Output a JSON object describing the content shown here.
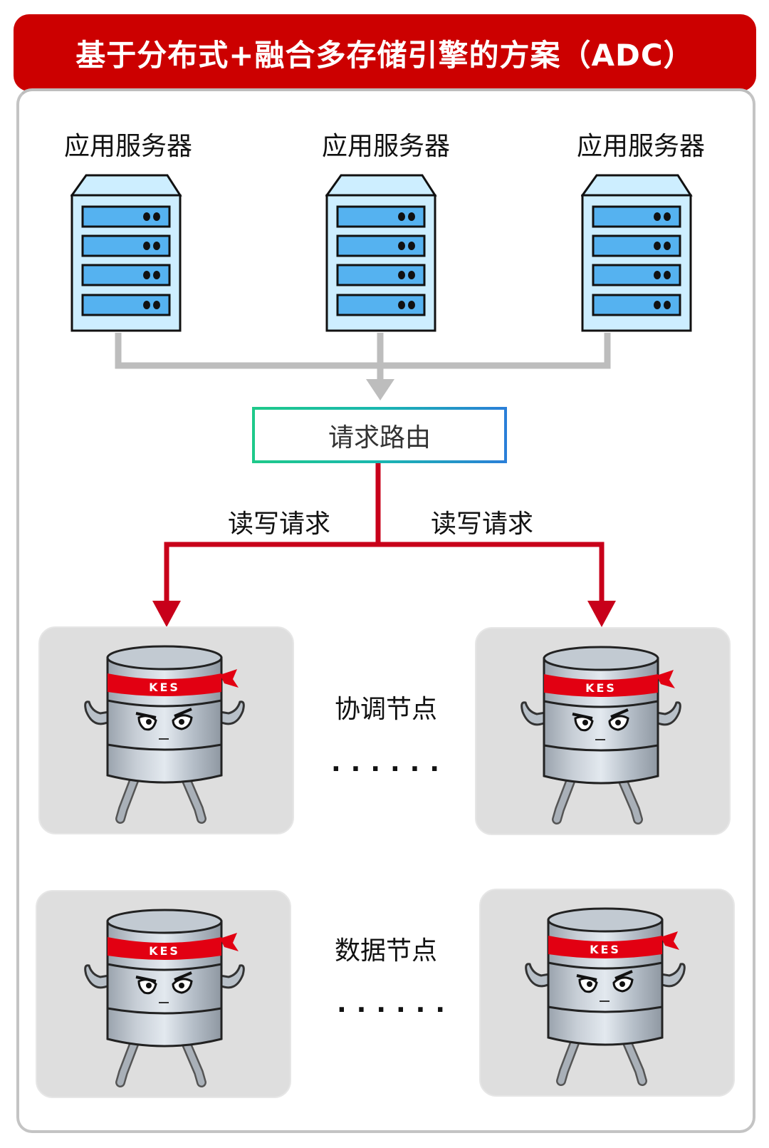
{
  "title": "基于分布式+融合多存储引擎的方案（ADC）",
  "app_servers": [
    {
      "label": "应用服务器"
    },
    {
      "label": "应用服务器"
    },
    {
      "label": "应用服务器"
    }
  ],
  "router": {
    "label": "请求路由"
  },
  "requests": [
    {
      "label": "读写请求"
    },
    {
      "label": "读写请求"
    }
  ],
  "coordinator": {
    "label": "协调节点",
    "ellipsis": "......"
  },
  "data_nodes": {
    "label": "数据节点",
    "ellipsis": "......"
  },
  "mascot": {
    "headband_text": "KES"
  },
  "colors": {
    "banner": "#cc0000",
    "request_arrow": "#c8001a",
    "connector": "#bdbdbd",
    "server_body": "#cdeeff",
    "server_slot": "#55b2f0",
    "router_gradient_start": "#1ec98a",
    "router_gradient_end": "#2a7fd8",
    "card": "#dedede"
  }
}
